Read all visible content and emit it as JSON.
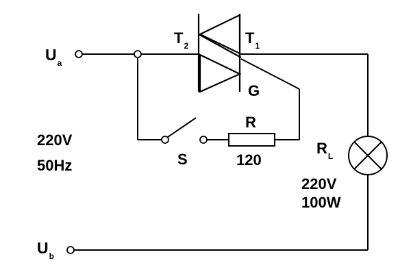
{
  "terminals": {
    "ua": {
      "main": "U",
      "sub": "a"
    },
    "ub": {
      "main": "U",
      "sub": "b"
    }
  },
  "triac": {
    "t2": {
      "main": "T",
      "sub": "2"
    },
    "t1": {
      "main": "T",
      "sub": "1"
    },
    "gate": "G"
  },
  "supply": {
    "voltage": "220V",
    "frequency": "50Hz"
  },
  "switch": {
    "label": "S"
  },
  "resistor": {
    "label": "R",
    "value": "120"
  },
  "lamp": {
    "label": {
      "main": "R",
      "sub": "L"
    },
    "voltage": "220V",
    "power": "100W"
  },
  "colors": {
    "stroke": "#000000",
    "background": "#ffffff"
  }
}
